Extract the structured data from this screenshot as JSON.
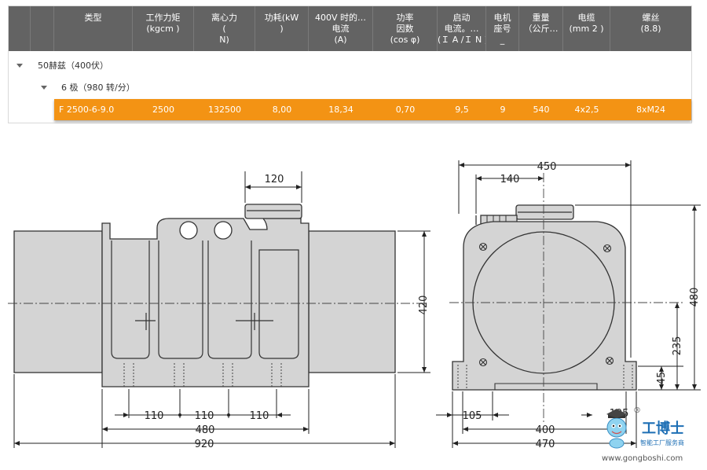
{
  "table": {
    "headers": [
      {
        "lines": [
          "类型"
        ]
      },
      {
        "lines": [
          "",
          "工作力矩",
          "(kgcm )"
        ]
      },
      {
        "lines": [
          "离心力",
          "(",
          "N)"
        ]
      },
      {
        "lines": [
          "功耗(kW",
          ")"
        ]
      },
      {
        "lines": [
          "400V 时的…",
          "电流",
          "(A)"
        ]
      },
      {
        "lines": [
          "功率",
          "因数",
          "(cos φ)"
        ]
      },
      {
        "lines": [
          "启动",
          "电流。…",
          "(Ｉ A /Ｉ N )"
        ]
      },
      {
        "lines": [
          "电机",
          "座号",
          "_"
        ]
      },
      {
        "lines": [
          "重量",
          "（公斤…"
        ]
      },
      {
        "lines": [
          "电缆",
          "(mm 2 )"
        ]
      },
      {
        "lines": [
          "螺丝",
          "(8.8)"
        ]
      }
    ],
    "group1": "50赫兹（400伏）",
    "group2": "6 极（980 转/分）",
    "row": [
      "F 2500-6-9.0",
      "2500",
      "132500",
      "8,00",
      "18,34",
      "0,70",
      "9,5",
      "9",
      "540",
      "4x2,5",
      "8xM24"
    ]
  },
  "drawing": {
    "side": {
      "top_dim": "120",
      "height_dim": "420",
      "spacing": [
        "110",
        "110",
        "110"
      ],
      "width_inner": "480",
      "width_total": "920"
    },
    "end": {
      "top_total": "450",
      "top_offset": "140",
      "height_total": "480",
      "height_axis": "235",
      "height_foot": "45",
      "bottom_105": "105",
      "bottom_400": "400",
      "bottom_470": "470",
      "bottom_right_105": "105"
    }
  },
  "watermark": {
    "brand": "工博士",
    "sub": "智能工厂服务商",
    "url": "www.gongboshi.com",
    "reg": "®"
  }
}
